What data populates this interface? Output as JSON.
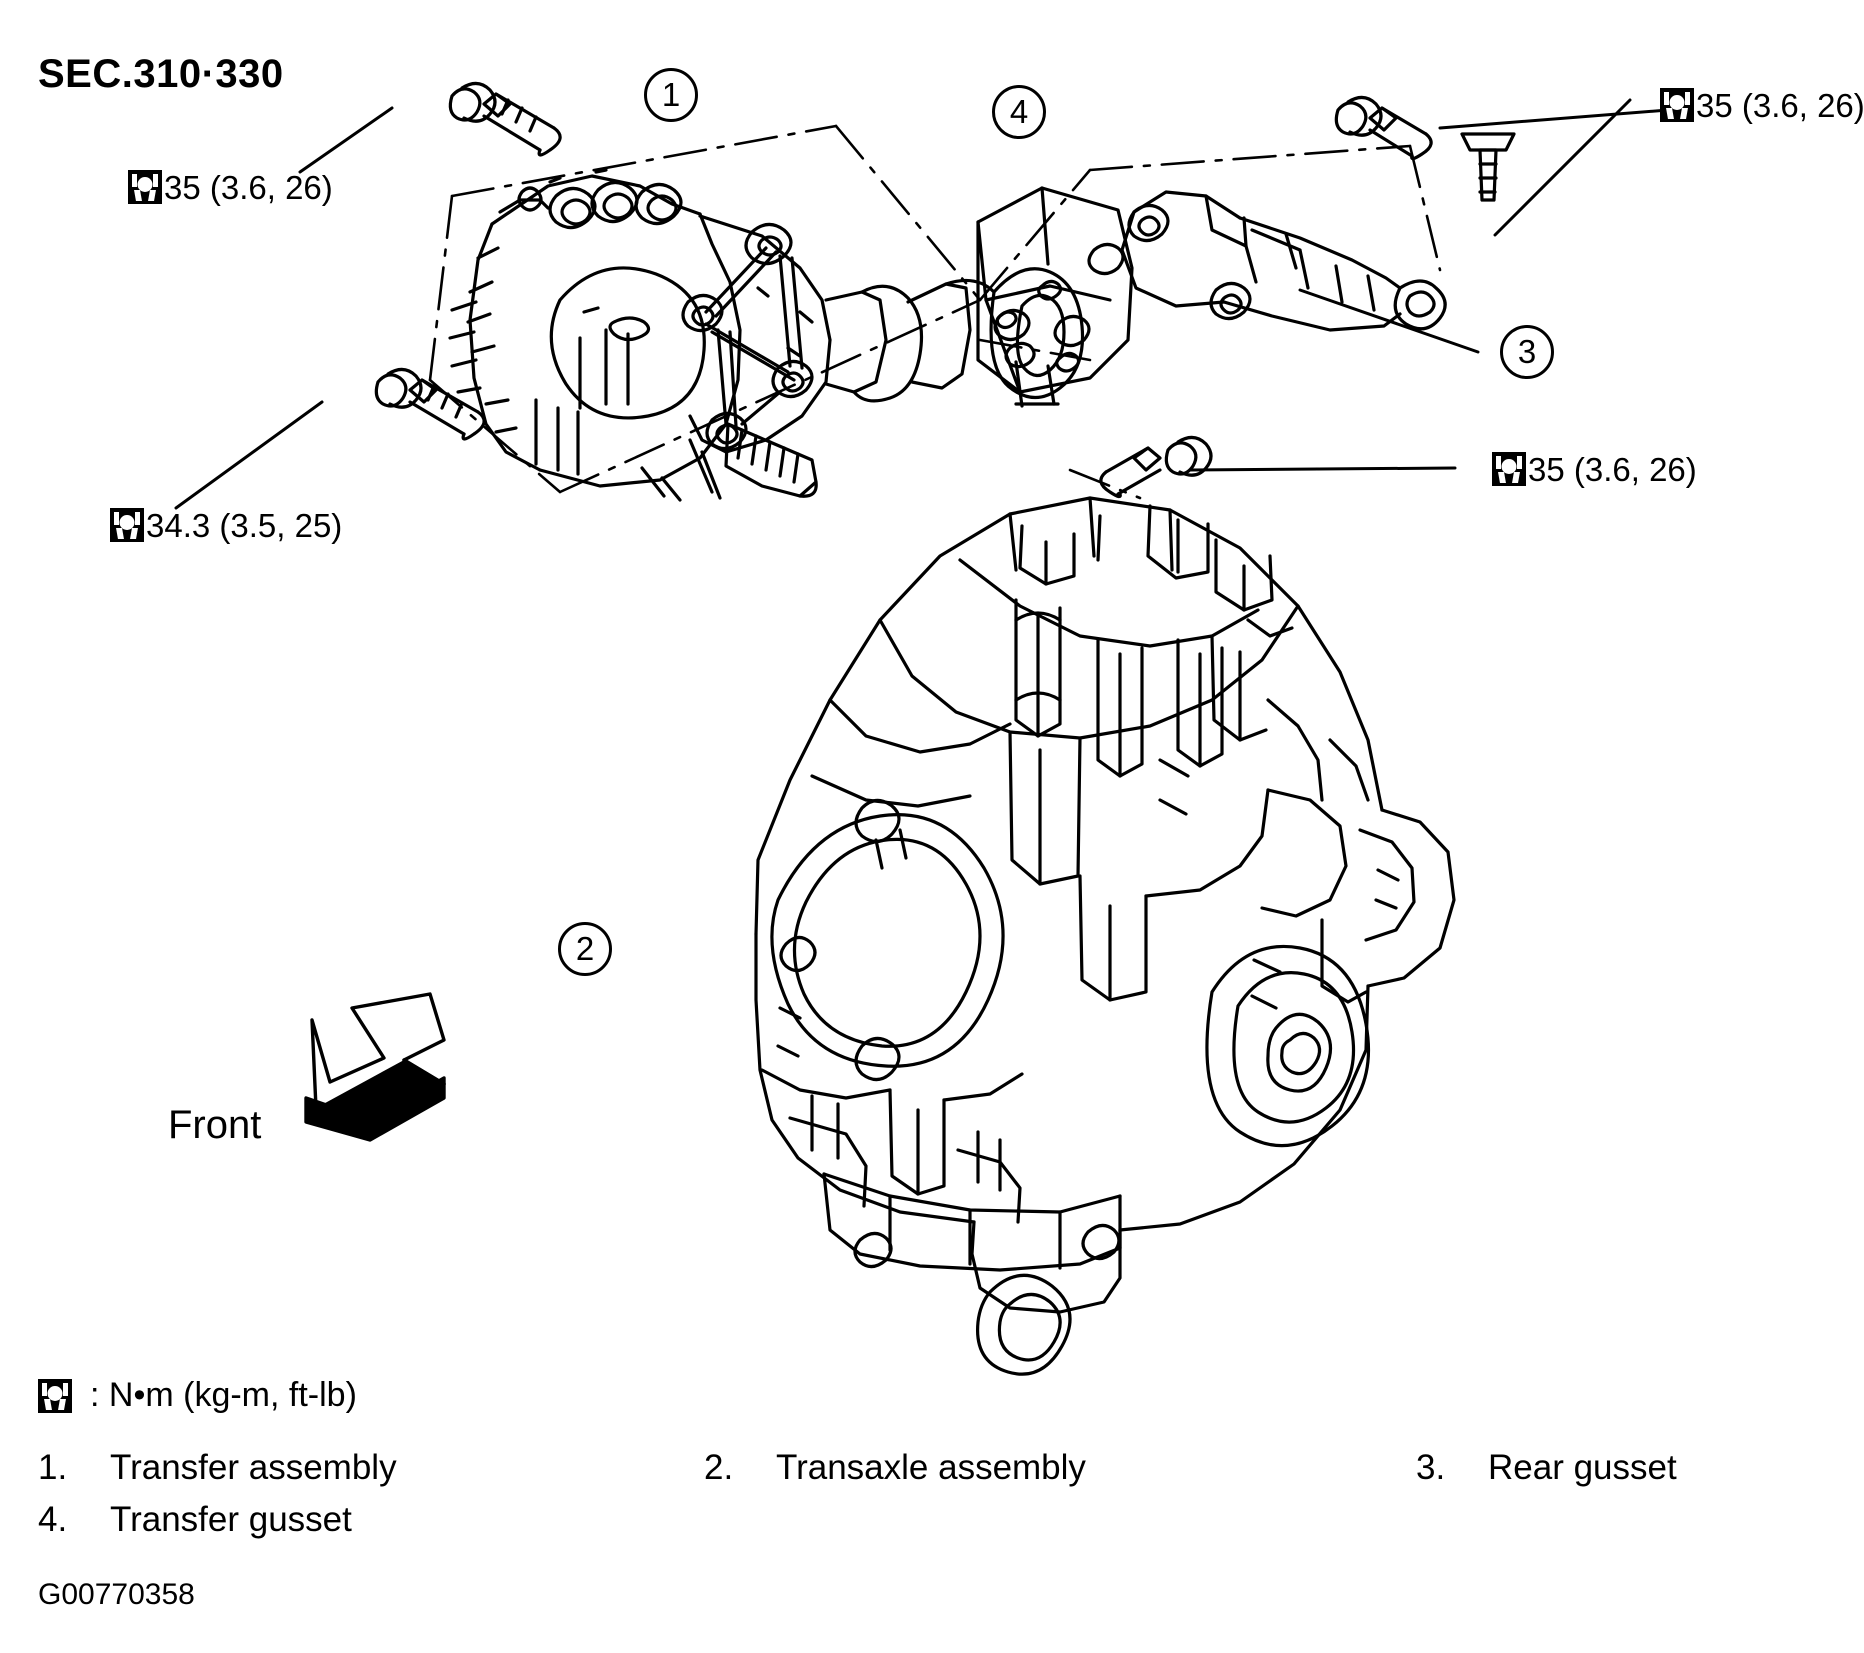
{
  "document": {
    "section_title": "SEC.310·330",
    "figure_id": "G00770358",
    "front_label": "Front"
  },
  "legend": {
    "icon": "torque-wrench-icon",
    "text": ": N•m  (kg-m,  ft-lb)"
  },
  "torque_specs": [
    {
      "id": "torque-upper-left",
      "value": "35 (3.6, 26)",
      "newton_meters": 35,
      "kg_m": 3.6,
      "ft_lb": 26
    },
    {
      "id": "torque-lower-left",
      "value": "34.3 (3.5, 25)",
      "newton_meters": 34.3,
      "kg_m": 3.5,
      "ft_lb": 25
    },
    {
      "id": "torque-upper-right",
      "value": "35 (3.6, 26)",
      "newton_meters": 35,
      "kg_m": 3.6,
      "ft_lb": 26
    },
    {
      "id": "torque-mid-right",
      "value": "35 (3.6, 26)",
      "newton_meters": 35,
      "kg_m": 3.6,
      "ft_lb": 26
    }
  ],
  "callouts": [
    {
      "number": "1",
      "part": "Transfer assembly"
    },
    {
      "number": "2",
      "part": "Transaxle assembly"
    },
    {
      "number": "3",
      "part": "Rear gusset"
    },
    {
      "number": "4",
      "part": "Transfer gusset"
    }
  ],
  "parts_list": [
    {
      "num": "1.",
      "label": "Transfer assembly"
    },
    {
      "num": "2.",
      "label": "Transaxle assembly"
    },
    {
      "num": "3.",
      "label": "Rear gusset"
    },
    {
      "num": "4.",
      "label": "Transfer gusset"
    }
  ],
  "colors": {
    "ink": "#000000",
    "paper": "#ffffff"
  }
}
